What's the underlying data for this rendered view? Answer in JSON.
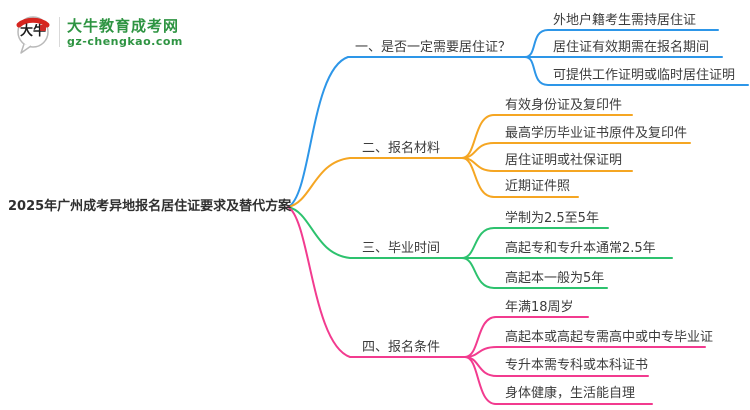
{
  "logo": {
    "mark_text": "大牛",
    "site_name": "大牛教育成考网",
    "site_url": "gz-chengkao.com"
  },
  "root": "2025年广州成考异地报名居住证要求及替代方案",
  "branches": [
    {
      "label": "一、是否一定需要居住证？",
      "color": "#2d96e8",
      "leaves": [
        "外地户籍考生需持居住证",
        "居住证有效期需在报名期间",
        "可提供工作证明或临时居住证明"
      ]
    },
    {
      "label": "二、报名材料",
      "color": "#f5a623",
      "leaves": [
        "有效身份证及复印件",
        "最高学历毕业证书原件及复印件",
        "居住证明或社保证明",
        "近期证件照"
      ]
    },
    {
      "label": "三、毕业时间",
      "color": "#2dc26e",
      "leaves": [
        "学制为2.5至5年",
        "高起专和专升本通常2.5年",
        "高起本一般为5年"
      ]
    },
    {
      "label": "四、报名条件",
      "color": "#f23b8f",
      "leaves": [
        "年满18周岁",
        "高起本或高起专需高中或中专毕业证",
        "专升本需专科或本科证书",
        "身体健康，生活能自理"
      ]
    }
  ]
}
